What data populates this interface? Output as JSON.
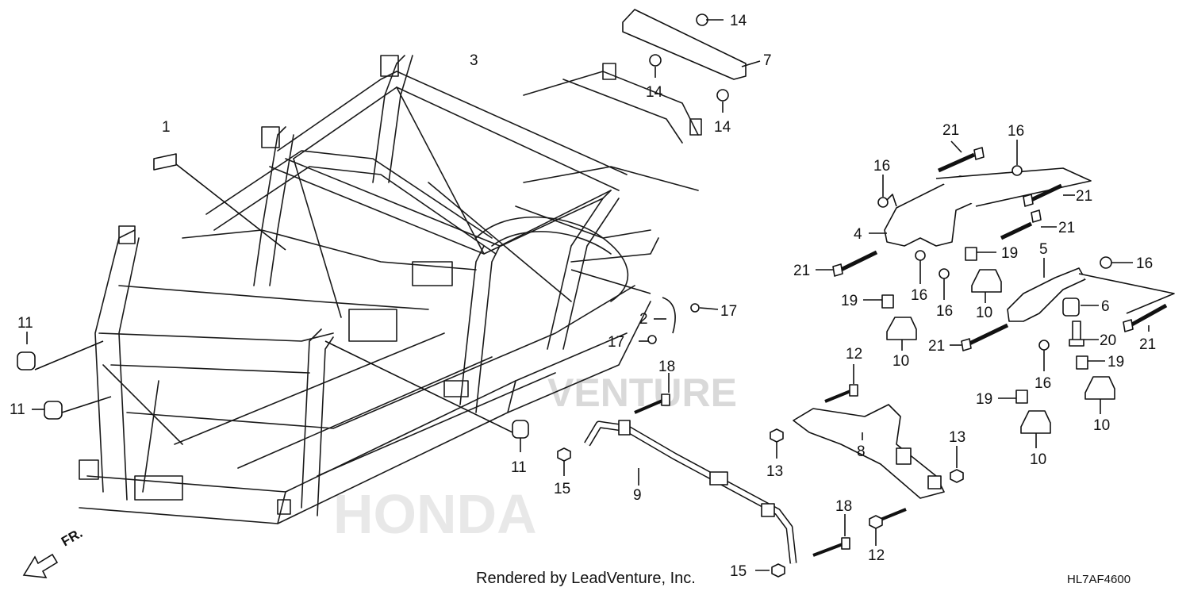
{
  "diagram": {
    "credit": "Rendered by LeadVenture, Inc.",
    "code": "HL7AF4600",
    "direction_label": "FR.",
    "watermark_venture": "VENTURE",
    "watermark_brand": "HONDA"
  },
  "callouts": {
    "c1": "1",
    "c2": "2",
    "c3": "3",
    "c4": "4",
    "c5": "5",
    "c6": "6",
    "c7": "7",
    "c8": "8",
    "c9": "9",
    "c10a": "10",
    "c10b": "10",
    "c10c": "10",
    "c10d": "10",
    "c11a": "11",
    "c11b": "11",
    "c11c": "11",
    "c12a": "12",
    "c12b": "12",
    "c13a": "13",
    "c13b": "13",
    "c14a": "14",
    "c14b": "14",
    "c14c": "14",
    "c15a": "15",
    "c15b": "15",
    "c16a": "16",
    "c16b": "16",
    "c16c": "16",
    "c16d": "16",
    "c16e": "16",
    "c16f": "16",
    "c17a": "17",
    "c17b": "17",
    "c18a": "18",
    "c18b": "18",
    "c19a": "19",
    "c19b": "19",
    "c19c": "19",
    "c19d": "19",
    "c20": "20",
    "c21a": "21",
    "c21b": "21",
    "c21c": "21",
    "c21d": "21",
    "c21e": "21",
    "c21f": "21"
  }
}
